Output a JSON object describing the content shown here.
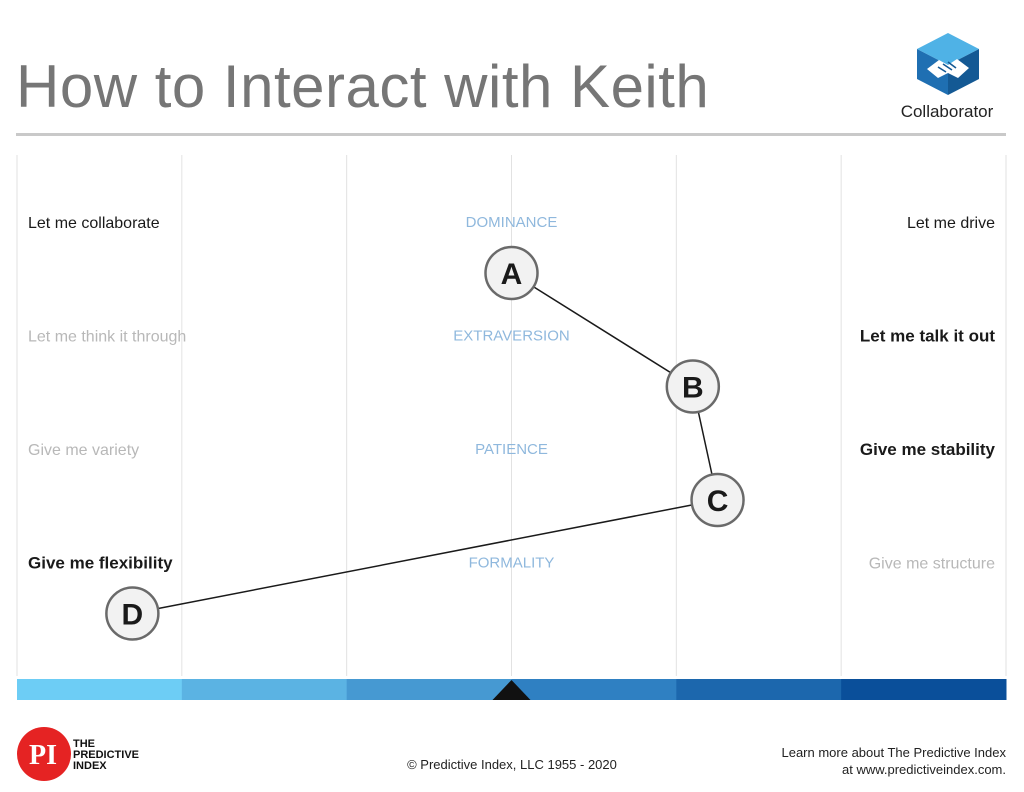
{
  "header": {
    "title": "How to Interact with Keith",
    "profile_name": "Collaborator",
    "profile_icon": "handshake-icon"
  },
  "chart_data": {
    "type": "scatter",
    "scale_columns": 6,
    "factors": [
      {
        "label": "DOMINANCE",
        "left_text": "Let me collaborate",
        "right_text": "Let me drive",
        "left_emphasis": "regular",
        "right_emphasis": "regular"
      },
      {
        "label": "EXTRAVERSION",
        "left_text": "Let me think it through",
        "right_text": "Let me talk it out",
        "left_emphasis": "muted",
        "right_emphasis": "bold"
      },
      {
        "label": "PATIENCE",
        "left_text": "Give me variety",
        "right_text": "Give me stability",
        "left_emphasis": "muted",
        "right_emphasis": "bold"
      },
      {
        "label": "FORMALITY",
        "left_text": "Give me flexibility",
        "right_text": "Give me structure",
        "left_emphasis": "bold",
        "right_emphasis": "muted"
      }
    ],
    "points": [
      {
        "name": "A",
        "x": 0.0
      },
      {
        "name": "B",
        "x": 1.1
      },
      {
        "name": "C",
        "x": 1.25
      },
      {
        "name": "D",
        "x": -2.3
      }
    ],
    "xlim": [
      -3,
      3
    ],
    "scale_colors": [
      "#6dcdf5",
      "#5bb3e3",
      "#4699d2",
      "#2f80c2",
      "#1c67ad",
      "#0a4f9a"
    ],
    "colors": {
      "factor_label": "#8fb8dd",
      "muted_text": "#b8b8b8",
      "strong_text": "#1a1a1a",
      "grid": "#e2e2e2",
      "point_fill": "#f2f2f2",
      "point_stroke": "#6a6a6a"
    }
  },
  "footer": {
    "brand_lines": [
      "THE",
      "PREDICTIVE",
      "INDEX"
    ],
    "logo_letters": "PI",
    "copyright": "© Predictive Index, LLC 1955 - 2020",
    "learn_line1": "Learn more about The Predictive Index",
    "learn_line2": "at www.predictiveindex.com."
  }
}
